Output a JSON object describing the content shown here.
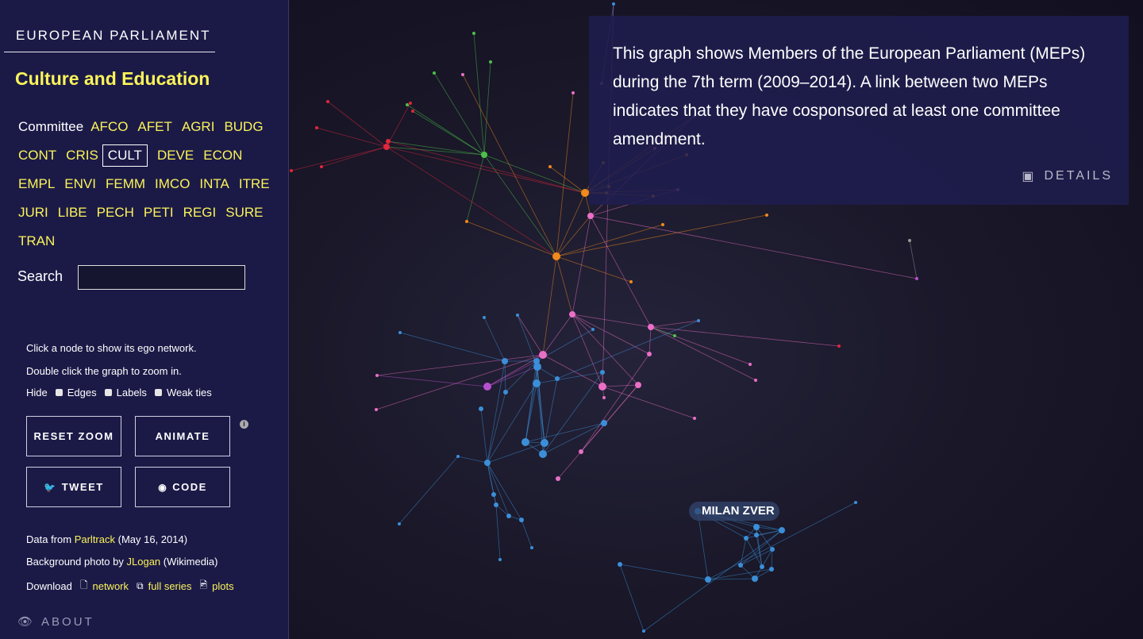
{
  "brand": "EUROPEAN PARLIAMENT",
  "committee_title": "Culture and Education",
  "committee_prefix": "Committee",
  "committees": [
    [
      "AFCO",
      "AFET",
      "AGRI",
      "BUDG"
    ],
    [
      "CONT",
      "CRIS",
      "CULT",
      "DEVE",
      "ECON"
    ],
    [
      "EMPL",
      "ENVI",
      "FEMM",
      "IMCO",
      "INTA",
      "ITRE"
    ],
    [
      "JURI",
      "LIBE",
      "PECH",
      "PETI",
      "REGI",
      "SURE"
    ],
    [
      "TRAN"
    ]
  ],
  "active_committee": "CULT",
  "search": {
    "label": "Search",
    "value": ""
  },
  "hints": {
    "click": "Click a node to show its ego network.",
    "dblclick": "Double click the graph to zoom in.",
    "hide": "Hide",
    "edges": "Edges",
    "labels": "Labels",
    "weak": "Weak ties"
  },
  "buttons": {
    "reset": "RESET ZOOM",
    "animate": "ANIMATE",
    "tweet": "TWEET",
    "code": "CODE"
  },
  "credits": {
    "data_from": "Data from",
    "parltrack": "Parltrack",
    "date": "(May 16, 2014)",
    "photo_by": "Background photo by",
    "jlogan": "JLogan",
    "wikimedia": "(Wikimedia)",
    "download": "Download",
    "network": "network",
    "full_series": "full series",
    "plots": "plots"
  },
  "about": "ABOUT",
  "info_text": "This graph shows Members of the European Parliament (MEPs) during the 7th term (2009–2014). A link between two MEPs indicates that they have cosponsored at least one committee amendment.",
  "details": "DETAILS",
  "highlighted_node": "MILAN ZVER",
  "colors": {
    "accent_yellow": "#fbf35a",
    "sidebar_bg": "#1b1a47",
    "blue": "#3b8fd8",
    "pink": "#ea6fc7",
    "orange": "#f08a1c",
    "red": "#e2263c",
    "green": "#4cc04a",
    "purple": "#b84fd0",
    "grey": "#9a9a9a"
  }
}
